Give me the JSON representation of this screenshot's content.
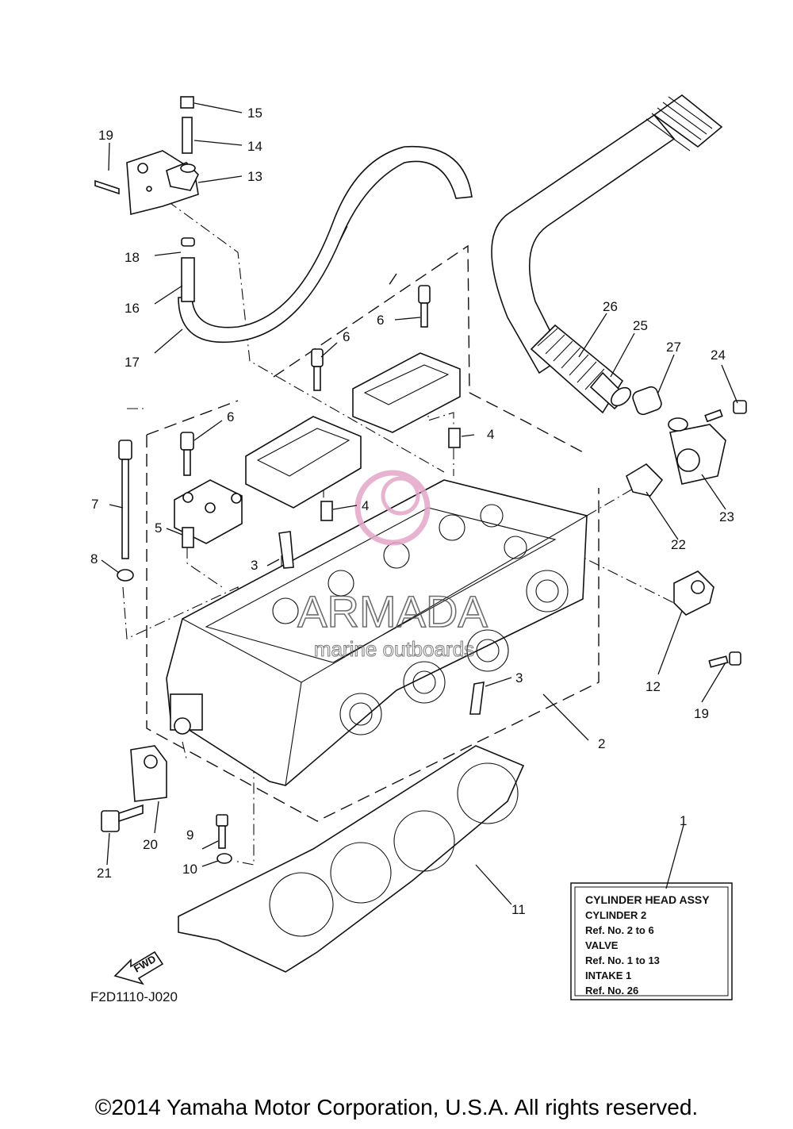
{
  "diagram": {
    "callouts": {
      "c1": "1",
      "c2": "2",
      "c3a": "3",
      "c3b": "3",
      "c4a": "4",
      "c4b": "4",
      "c5": "5",
      "c6a": "6",
      "c6b": "6",
      "c6c": "6",
      "c7": "7",
      "c8": "8",
      "c9": "9",
      "c10": "10",
      "c11": "11",
      "c12": "12",
      "c13": "13",
      "c14": "14",
      "c15": "15",
      "c16": "16",
      "c17": "17",
      "c18": "18",
      "c19a": "19",
      "c19b": "19",
      "c20": "20",
      "c21": "21",
      "c22": "22",
      "c23": "23",
      "c24": "24",
      "c25": "25",
      "c26": "26",
      "c27": "27"
    },
    "fwd_label": "FWD",
    "drawing_code": "F2D1110-J020"
  },
  "legend_box": {
    "title": "CYLINDER HEAD ASSY",
    "lines": [
      "CYLINDER 2",
      "Ref. No. 2 to 6",
      "VALVE",
      "Ref. No. 1 to 13",
      "INTAKE 1",
      "Ref. No. 26"
    ]
  },
  "watermark": {
    "brand": "ARMADA",
    "tagline": "marine outboards",
    "logo_color": "#e3a6c8"
  },
  "footer": {
    "copyright": "©2014 Yamaha Motor Corporation, U.S.A. All rights reserved."
  }
}
